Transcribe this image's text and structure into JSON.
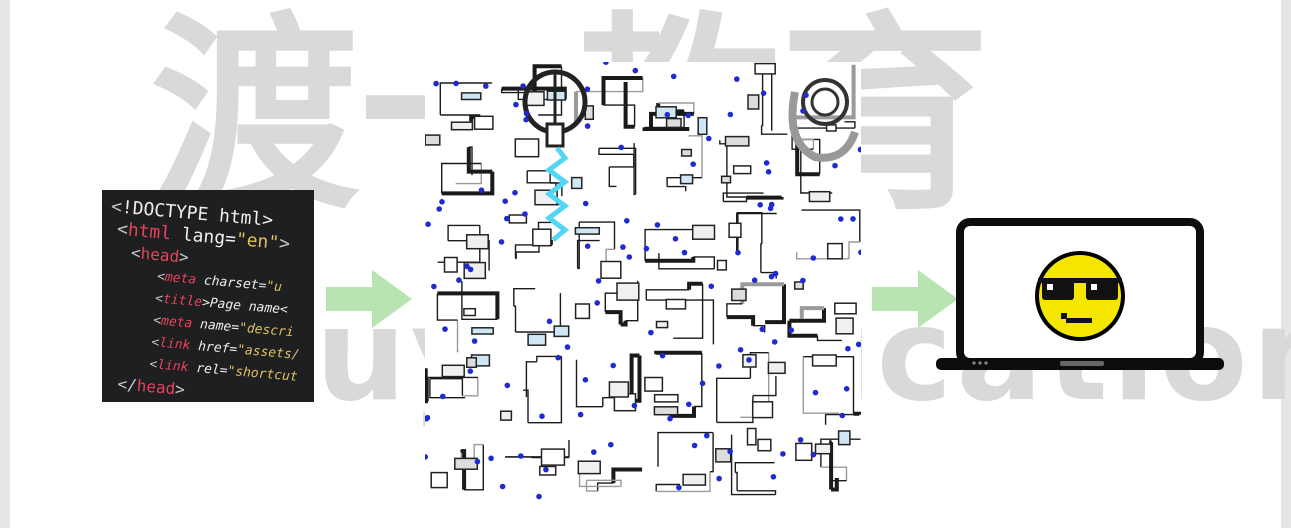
{
  "watermark": {
    "chinese": "渡一教育",
    "english": "Duyi Education"
  },
  "code_snippet": {
    "lines": [
      {
        "lt": "<",
        "tag": "!DOCTYPE",
        "rest": " html>"
      },
      {
        "lt": "<",
        "tag": "html",
        "attr": " lang=",
        "str": "\"en\"",
        "rest": ">"
      },
      {
        "lt": "<",
        "tag": "head",
        "rest": ">"
      },
      {
        "lt": "<",
        "tag": "meta",
        "attr": " charset=",
        "str": "\"u"
      },
      {
        "lt": "<",
        "tag": "title",
        "rest": ">Page name<"
      },
      {
        "lt": "<",
        "tag": "meta",
        "attr": " name=",
        "str": "\"descri"
      },
      {
        "lt": "<",
        "tag": "link",
        "attr": " href=",
        "str": "\"assets/"
      },
      {
        "lt": "<",
        "tag": "link",
        "attr": " rel=",
        "str": "\"shortcut"
      },
      {
        "lt": "</",
        "tag": "head",
        "rest": ">"
      }
    ]
  },
  "colors": {
    "watermark": "#d9d9d9",
    "arrow": "#b7e4b1",
    "code_background": "#1d1f21",
    "code_tag": "#e8435a",
    "code_string": "#e0c060",
    "graph_node": "#1f2bd1",
    "graph_accent": "#52d6f4",
    "laptop_frame": "#0d0d0d",
    "emoji_face": "#f5e600",
    "emoji_glasses": "#111111"
  },
  "icons": {
    "arrow_1": "right-arrow-icon",
    "arrow_2": "right-arrow-icon",
    "laptop": "laptop-icon",
    "emoji": "sunglasses-emoji-icon"
  }
}
